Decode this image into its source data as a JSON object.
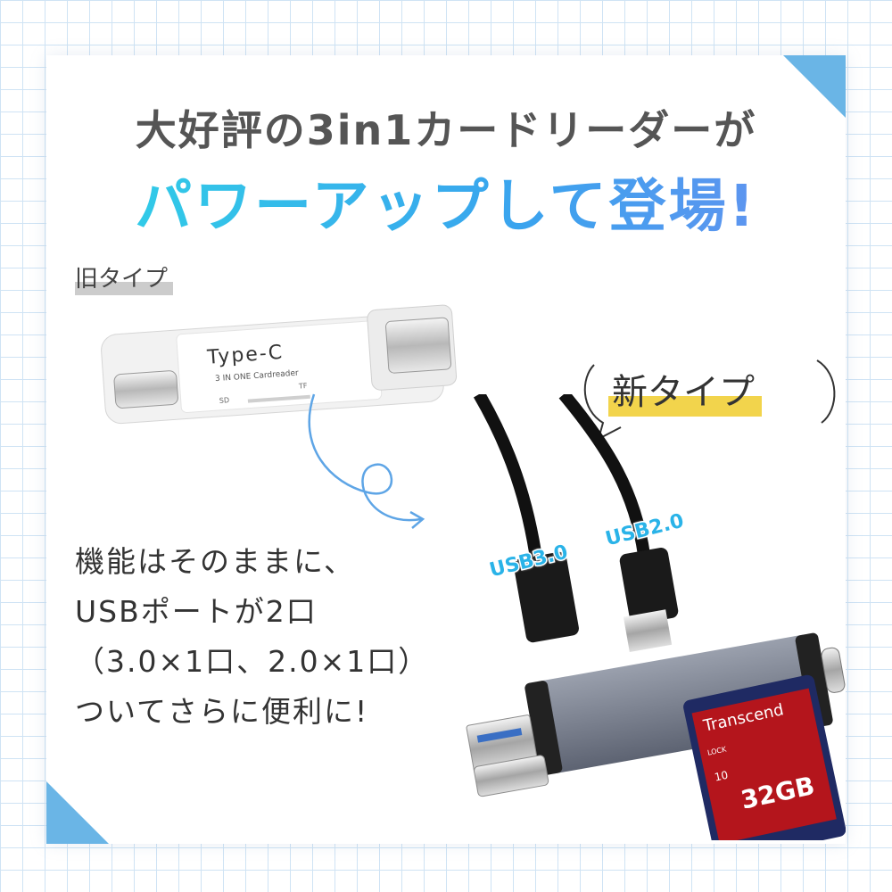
{
  "headline": {
    "line1": "大好評の3in1カードリーダーが",
    "line2": "パワーアップして登場!"
  },
  "old_type": {
    "label": "旧タイプ",
    "device_brand": "Type-C",
    "device_subtitle": "3 IN ONE Cardreader",
    "slot_sd": "SD",
    "slot_tf": "TF"
  },
  "new_type": {
    "label": "新タイプ",
    "usb30_tag": "USB3.0",
    "usb20_tag": "USB2.0",
    "card_brand": "Transcend",
    "card_capacity": "32GB",
    "card_lock": "LOCK",
    "card_class": "10"
  },
  "feature_text": [
    "機能はそのままに、",
    "USBポートが2口",
    "（3.0×1口、2.0×1口）",
    "ついてさらに便利に!"
  ],
  "colors": {
    "accent_blue": "#6ab5e6",
    "highlight_yellow": "#f2d44c"
  }
}
